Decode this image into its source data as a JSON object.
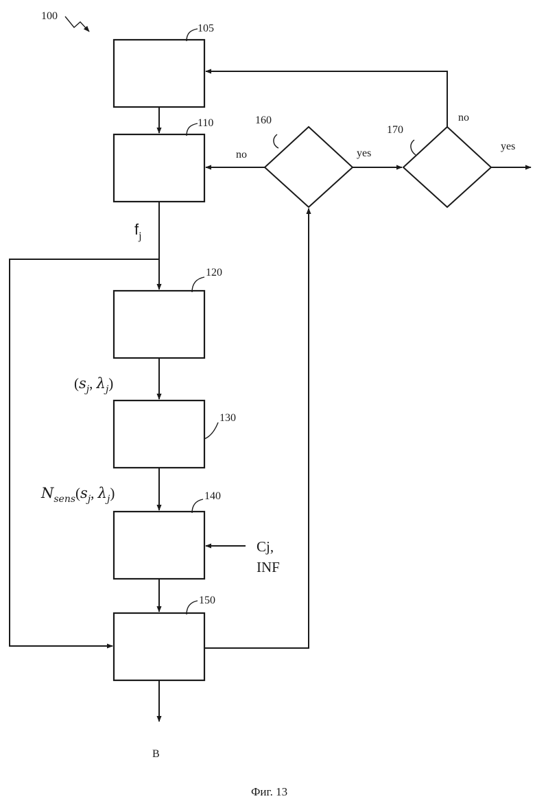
{
  "figure": {
    "ref_main": "100",
    "caption": "Фиг. 13"
  },
  "blocks": {
    "b105": "105",
    "b110": "110",
    "b120": "120",
    "b130": "130",
    "b140": "140",
    "b150": "150"
  },
  "decisions": {
    "d160": {
      "ref": "160",
      "no_label": "no",
      "yes_label": "yes"
    },
    "d170": {
      "ref": "170",
      "no_label": "no",
      "yes_label": "yes"
    }
  },
  "signals": {
    "f": "f",
    "f_sub": "j",
    "s": "s",
    "lambda": "λ",
    "sub_j": "j",
    "n": "N",
    "n_sub": "sens",
    "cj": "Cj,",
    "inf": "INF",
    "output": "B"
  }
}
